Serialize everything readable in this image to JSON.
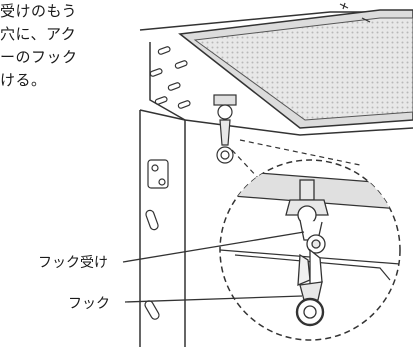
{
  "instructions": {
    "lines": [
      "受けのもう",
      "穴に、アク",
      "ーのフック",
      "ける。"
    ]
  },
  "labels": {
    "hook_receiver": "フック受け",
    "hook": "フック"
  }
}
